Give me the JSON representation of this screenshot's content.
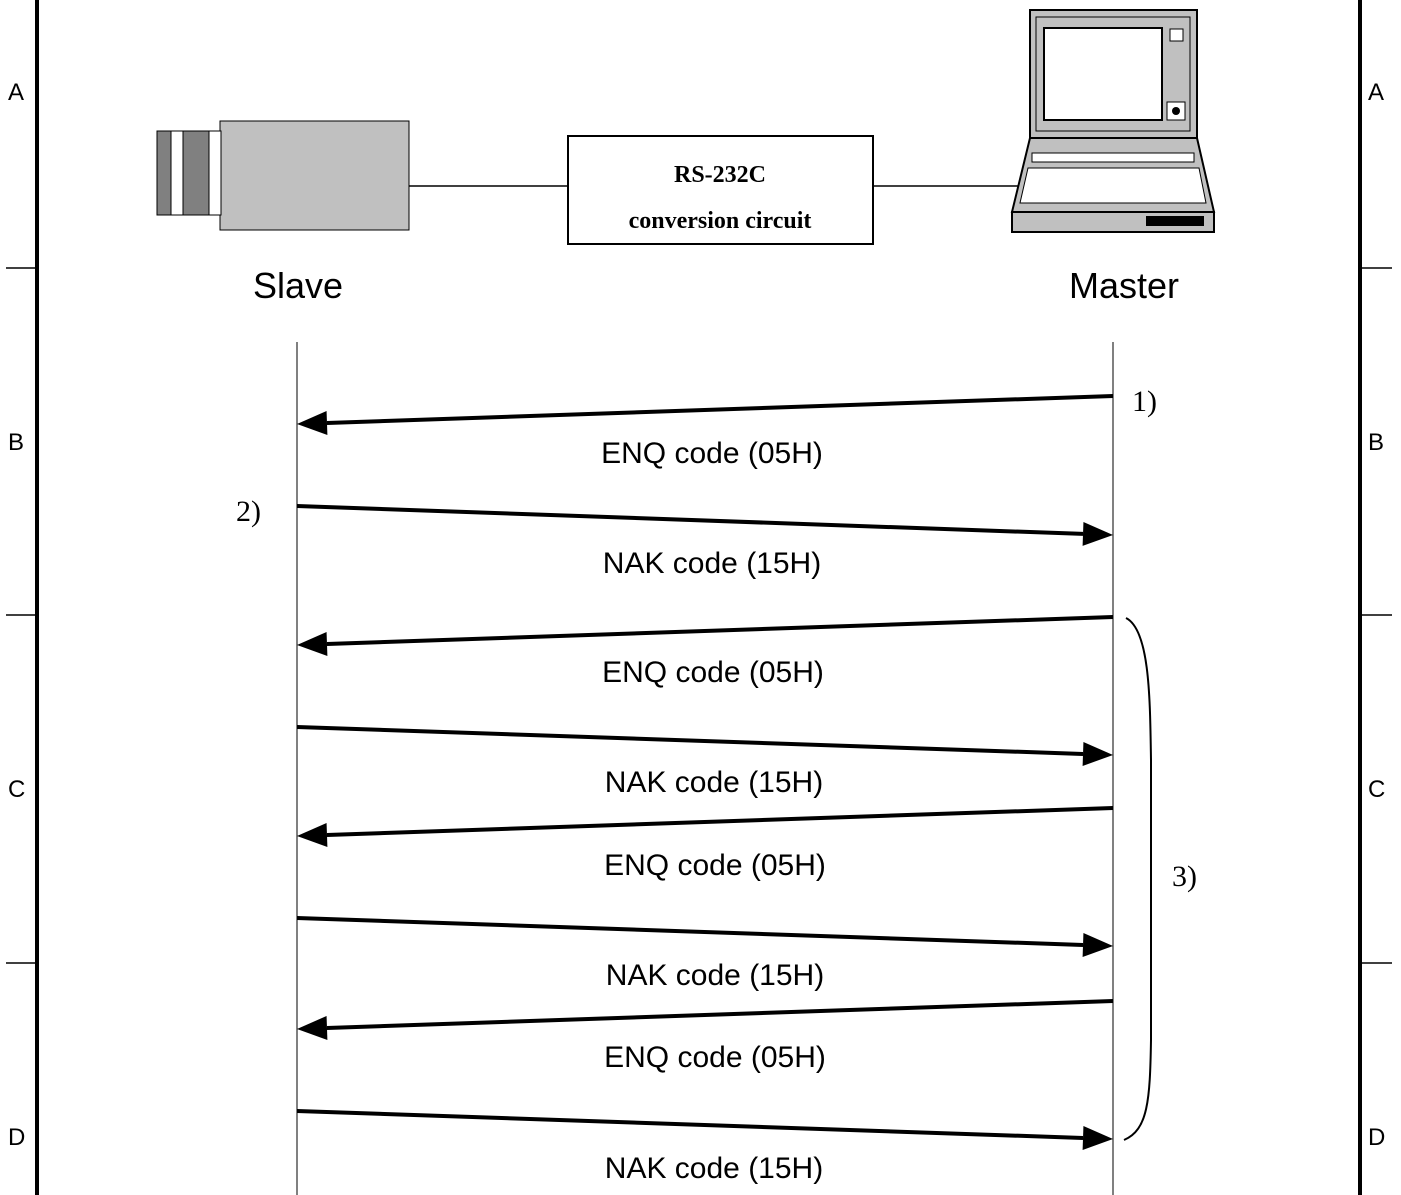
{
  "zones": {
    "left": [
      "A",
      "B",
      "C",
      "D"
    ],
    "right": [
      "A",
      "B",
      "C",
      "D"
    ]
  },
  "nodes": {
    "slave": "Slave",
    "master": "Master"
  },
  "converter": {
    "line1": "RS-232C",
    "line2": "conversion circuit"
  },
  "steps": {
    "step1": "1)",
    "step2": "2)",
    "step3": "3)"
  },
  "messages": [
    {
      "label": "ENQ code (05H)",
      "direction": "master-to-slave"
    },
    {
      "label": "NAK code (15H)",
      "direction": "slave-to-master"
    },
    {
      "label": "ENQ code (05H)",
      "direction": "master-to-slave"
    },
    {
      "label": "NAK code (15H)",
      "direction": "slave-to-master"
    },
    {
      "label": "ENQ code (05H)",
      "direction": "master-to-slave"
    },
    {
      "label": "NAK code (15H)",
      "direction": "slave-to-master"
    },
    {
      "label": "ENQ code (05H)",
      "direction": "master-to-slave"
    },
    {
      "label": "NAK code (15H)",
      "direction": "slave-to-master"
    }
  ],
  "colors": {
    "ink": "#000000",
    "device_gray": "#c0c0c0",
    "device_dark": "#808080"
  }
}
